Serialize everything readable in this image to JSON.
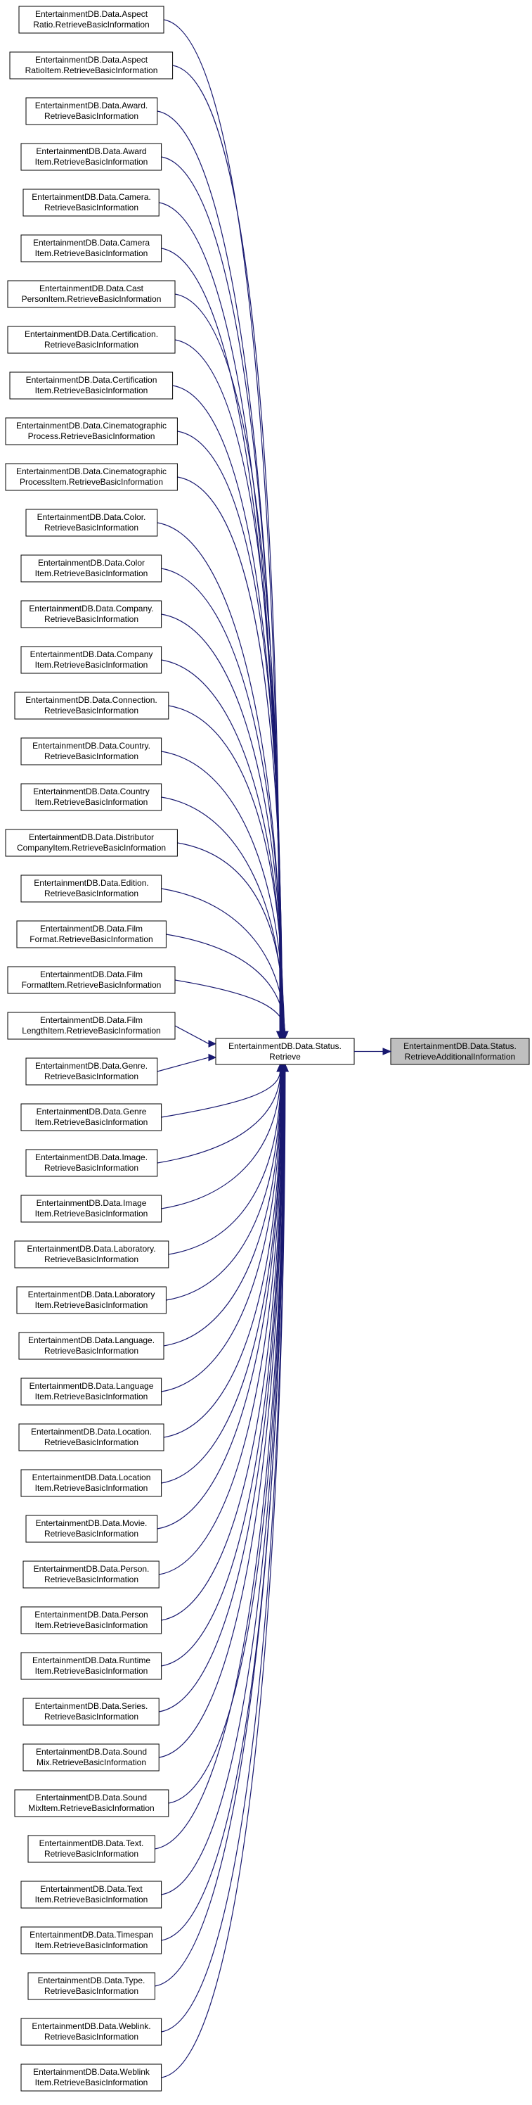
{
  "graph": {
    "target": {
      "line1": "EntertainmentDB.Data.Status.",
      "line2": "RetrieveAdditionalInformation"
    },
    "hub": {
      "line1": "EntertainmentDB.Data.Status.",
      "line2": "Retrieve"
    },
    "callers": [
      {
        "line1": "EntertainmentDB.Data.Aspect",
        "line2": "Ratio.RetrieveBasicInformation"
      },
      {
        "line1": "EntertainmentDB.Data.Aspect",
        "line2": "RatioItem.RetrieveBasicInformation"
      },
      {
        "line1": "EntertainmentDB.Data.Award.",
        "line2": "RetrieveBasicInformation"
      },
      {
        "line1": "EntertainmentDB.Data.Award",
        "line2": "Item.RetrieveBasicInformation"
      },
      {
        "line1": "EntertainmentDB.Data.Camera.",
        "line2": "RetrieveBasicInformation"
      },
      {
        "line1": "EntertainmentDB.Data.Camera",
        "line2": "Item.RetrieveBasicInformation"
      },
      {
        "line1": "EntertainmentDB.Data.Cast",
        "line2": "PersonItem.RetrieveBasicInformation"
      },
      {
        "line1": "EntertainmentDB.Data.Certification.",
        "line2": "RetrieveBasicInformation"
      },
      {
        "line1": "EntertainmentDB.Data.Certification",
        "line2": "Item.RetrieveBasicInformation"
      },
      {
        "line1": "EntertainmentDB.Data.Cinematographic",
        "line2": "Process.RetrieveBasicInformation"
      },
      {
        "line1": "EntertainmentDB.Data.Cinematographic",
        "line2": "ProcessItem.RetrieveBasicInformation"
      },
      {
        "line1": "EntertainmentDB.Data.Color.",
        "line2": "RetrieveBasicInformation"
      },
      {
        "line1": "EntertainmentDB.Data.Color",
        "line2": "Item.RetrieveBasicInformation"
      },
      {
        "line1": "EntertainmentDB.Data.Company.",
        "line2": "RetrieveBasicInformation"
      },
      {
        "line1": "EntertainmentDB.Data.Company",
        "line2": "Item.RetrieveBasicInformation"
      },
      {
        "line1": "EntertainmentDB.Data.Connection.",
        "line2": "RetrieveBasicInformation"
      },
      {
        "line1": "EntertainmentDB.Data.Country.",
        "line2": "RetrieveBasicInformation"
      },
      {
        "line1": "EntertainmentDB.Data.Country",
        "line2": "Item.RetrieveBasicInformation"
      },
      {
        "line1": "EntertainmentDB.Data.Distributor",
        "line2": "CompanyItem.RetrieveBasicInformation"
      },
      {
        "line1": "EntertainmentDB.Data.Edition.",
        "line2": "RetrieveBasicInformation"
      },
      {
        "line1": "EntertainmentDB.Data.Film",
        "line2": "Format.RetrieveBasicInformation"
      },
      {
        "line1": "EntertainmentDB.Data.Film",
        "line2": "FormatItem.RetrieveBasicInformation"
      },
      {
        "line1": "EntertainmentDB.Data.Film",
        "line2": "LengthItem.RetrieveBasicInformation"
      },
      {
        "line1": "EntertainmentDB.Data.Genre.",
        "line2": "RetrieveBasicInformation"
      },
      {
        "line1": "EntertainmentDB.Data.Genre",
        "line2": "Item.RetrieveBasicInformation"
      },
      {
        "line1": "EntertainmentDB.Data.Image.",
        "line2": "RetrieveBasicInformation"
      },
      {
        "line1": "EntertainmentDB.Data.Image",
        "line2": "Item.RetrieveBasicInformation"
      },
      {
        "line1": "EntertainmentDB.Data.Laboratory.",
        "line2": "RetrieveBasicInformation"
      },
      {
        "line1": "EntertainmentDB.Data.Laboratory",
        "line2": "Item.RetrieveBasicInformation"
      },
      {
        "line1": "EntertainmentDB.Data.Language.",
        "line2": "RetrieveBasicInformation"
      },
      {
        "line1": "EntertainmentDB.Data.Language",
        "line2": "Item.RetrieveBasicInformation"
      },
      {
        "line1": "EntertainmentDB.Data.Location.",
        "line2": "RetrieveBasicInformation"
      },
      {
        "line1": "EntertainmentDB.Data.Location",
        "line2": "Item.RetrieveBasicInformation"
      },
      {
        "line1": "EntertainmentDB.Data.Movie.",
        "line2": "RetrieveBasicInformation"
      },
      {
        "line1": "EntertainmentDB.Data.Person.",
        "line2": "RetrieveBasicInformation"
      },
      {
        "line1": "EntertainmentDB.Data.Person",
        "line2": "Item.RetrieveBasicInformation"
      },
      {
        "line1": "EntertainmentDB.Data.Runtime",
        "line2": "Item.RetrieveBasicInformation"
      },
      {
        "line1": "EntertainmentDB.Data.Series.",
        "line2": "RetrieveBasicInformation"
      },
      {
        "line1": "EntertainmentDB.Data.Sound",
        "line2": "Mix.RetrieveBasicInformation"
      },
      {
        "line1": "EntertainmentDB.Data.Sound",
        "line2": "MixItem.RetrieveBasicInformation"
      },
      {
        "line1": "EntertainmentDB.Data.Text.",
        "line2": "RetrieveBasicInformation"
      },
      {
        "line1": "EntertainmentDB.Data.Text",
        "line2": "Item.RetrieveBasicInformation"
      },
      {
        "line1": "EntertainmentDB.Data.Timespan",
        "line2": "Item.RetrieveBasicInformation"
      },
      {
        "line1": "EntertainmentDB.Data.Type.",
        "line2": "RetrieveBasicInformation"
      },
      {
        "line1": "EntertainmentDB.Data.Weblink.",
        "line2": "RetrieveBasicInformation"
      },
      {
        "line1": "EntertainmentDB.Data.Weblink",
        "line2": "Item.RetrieveBasicInformation"
      }
    ],
    "colors": {
      "edge": "#191970",
      "node_border": "#000000",
      "node_fill": "#ffffff",
      "target_fill": "#bfbfbf"
    }
  }
}
